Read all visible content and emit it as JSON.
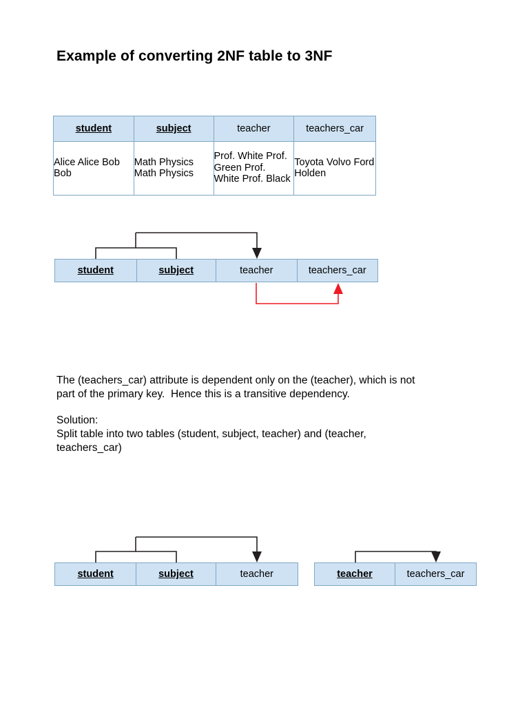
{
  "document": {
    "title": "Example of converting 2NF table to 3NF"
  },
  "table_2nf": {
    "name": "2NF table",
    "columns": [
      {
        "label": "student",
        "key": true
      },
      {
        "label": "subject",
        "key": true
      },
      {
        "label": "teacher",
        "key": false
      },
      {
        "label": "teachers_car",
        "key": false
      }
    ],
    "rows": [
      [
        "Alice",
        "Math",
        "Prof. White",
        "Toyota"
      ],
      [
        "Alice",
        "Physics",
        "Prof. Green",
        "Volvo"
      ],
      [
        "Bob",
        "Math",
        "Prof. White",
        "Ford"
      ],
      [
        "Bob",
        "Physics",
        "Prof. Black",
        "Holden"
      ]
    ],
    "column_cells": {
      "student": "Alice\nAlice\nBob\nBob",
      "subject": "Math\nPhysics\nMath\nPhysics",
      "teacher": "Prof. White\nProf. Green\nProf. White\nProf. Black",
      "teachers_car": "Toyota\nVolvo\nFord\nHolden"
    }
  },
  "dependency_diagram": {
    "name": "2NF dependency diagram",
    "columns": [
      {
        "label": "student",
        "key": true
      },
      {
        "label": "subject",
        "key": true
      },
      {
        "label": "teacher",
        "key": false
      },
      {
        "label": "teachers_car",
        "key": false
      }
    ],
    "arrows": [
      {
        "name": "primary-key-to-teacher-arrow",
        "color": "#231f20",
        "from": "student, subject",
        "to": "teacher"
      },
      {
        "name": "teacher-to-teachers-car-arrow",
        "color": "#ee1c25",
        "from": "teacher",
        "to": "teachers_car"
      }
    ]
  },
  "explanation": {
    "paragraph": "The (teachers_car) attribute is dependent only on the (teacher), which is not\npart of the primary key.  Hence this is a transitive dependency.",
    "solution_label": "Solution:",
    "solution_text": "Split table into two tables (student, subject, teacher) and (teacher,\nteachers_car)"
  },
  "result_table_left": {
    "name": "3NF table one",
    "columns": [
      {
        "label": "student",
        "key": true
      },
      {
        "label": "subject",
        "key": true
      },
      {
        "label": "teacher",
        "key": false
      }
    ],
    "arrow": {
      "name": "primary-key-to-teacher-arrow",
      "color": "#231f20",
      "from": "student, subject",
      "to": "teacher"
    }
  },
  "result_table_right": {
    "name": "3NF table two",
    "columns": [
      {
        "label": "teacher",
        "key": true
      },
      {
        "label": "teachers_car",
        "key": false
      }
    ],
    "arrow": {
      "name": "teacher-to-teachers-car-arrow",
      "color": "#231f20",
      "from": "teacher",
      "to": "teachers_car"
    }
  },
  "colors": {
    "header_fill": "#cfe2f3",
    "border": "#7da7c4",
    "arrow_black": "#231f20",
    "arrow_red": "#ee1c25"
  }
}
